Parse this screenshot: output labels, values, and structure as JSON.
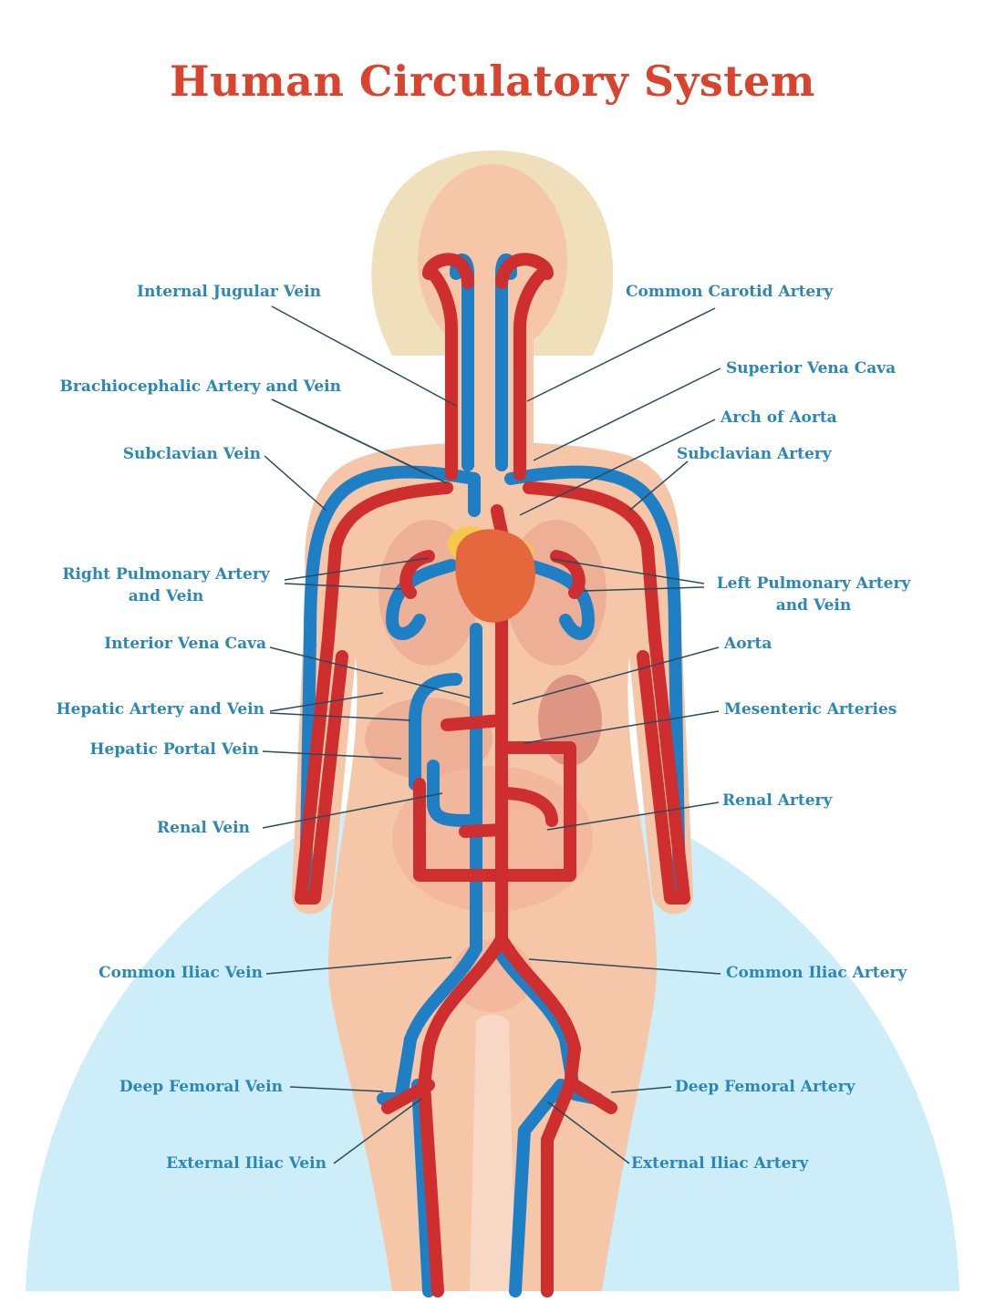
{
  "title": "Human Circulatory System",
  "colors": {
    "title": "#d9442e",
    "label": "#2b87b5",
    "artery": "#cf2e2e",
    "vein": "#1f7fc4",
    "skin": "#f6c6a8",
    "hair": "#efe0bb",
    "background_arc": "#cdeef9",
    "heart": "#e5683c"
  },
  "labels_left": [
    {
      "id": "internal-jugular-vein",
      "lines": [
        "Internal Jugular Vein"
      ]
    },
    {
      "id": "brachiocephalic-artery-and-vein",
      "lines": [
        "Brachiocephalic Artery and Vein"
      ]
    },
    {
      "id": "subclavian-vein",
      "lines": [
        "Subclavian Vein"
      ]
    },
    {
      "id": "right-pulmonary-artery-and-vein",
      "lines": [
        "Right Pulmonary Artery",
        "and Vein"
      ]
    },
    {
      "id": "interior-vena-cava",
      "lines": [
        "Interior Vena Cava"
      ]
    },
    {
      "id": "hepatic-artery-and-vein",
      "lines": [
        "Hepatic Artery and Vein"
      ]
    },
    {
      "id": "hepatic-portal-vein",
      "lines": [
        "Hepatic Portal Vein"
      ]
    },
    {
      "id": "renal-vein",
      "lines": [
        "Renal Vein"
      ]
    },
    {
      "id": "common-iliac-vein",
      "lines": [
        "Common Iliac Vein"
      ]
    },
    {
      "id": "deep-femoral-vein",
      "lines": [
        "Deep Femoral Vein"
      ]
    },
    {
      "id": "external-iliac-vein",
      "lines": [
        "External Iliac Vein"
      ]
    }
  ],
  "labels_right": [
    {
      "id": "common-carotid-artery",
      "lines": [
        "Common Carotid Artery"
      ]
    },
    {
      "id": "superior-vena-cava",
      "lines": [
        "Superior Vena Cava"
      ]
    },
    {
      "id": "arch-of-aorta",
      "lines": [
        "Arch of Aorta"
      ]
    },
    {
      "id": "subclavian-artery",
      "lines": [
        "Subclavian Artery"
      ]
    },
    {
      "id": "left-pulmonary-artery-and-vein",
      "lines": [
        "Left Pulmonary Artery",
        "and Vein"
      ]
    },
    {
      "id": "aorta",
      "lines": [
        "Aorta"
      ]
    },
    {
      "id": "mesenteric-arteries",
      "lines": [
        "Mesenteric Arteries"
      ]
    },
    {
      "id": "renal-artery",
      "lines": [
        "Renal Artery"
      ]
    },
    {
      "id": "common-iliac-artery",
      "lines": [
        "Common Iliac Artery"
      ]
    },
    {
      "id": "deep-femoral-artery",
      "lines": [
        "Deep Femoral Artery"
      ]
    },
    {
      "id": "external-iliac-artery",
      "lines": [
        "External Iliac Artery"
      ]
    }
  ]
}
